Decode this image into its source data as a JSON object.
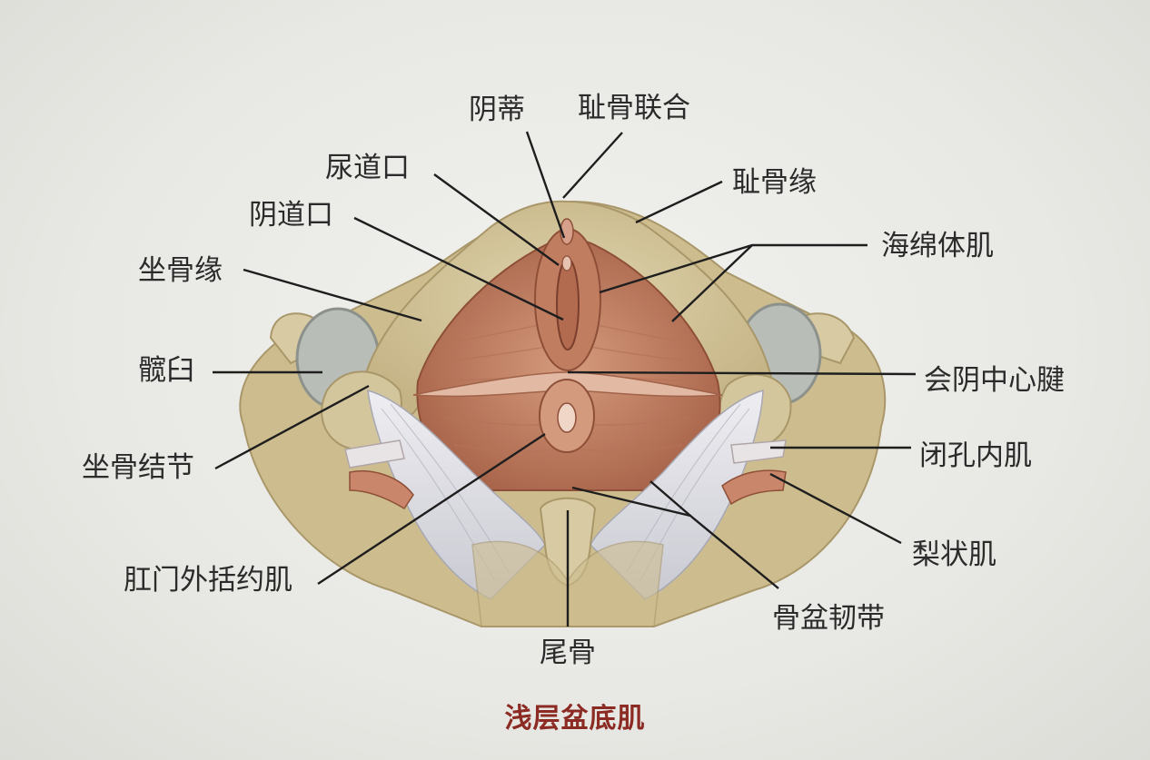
{
  "title": "浅层盆底肌",
  "labels": {
    "clitoris": "阴蒂",
    "pubic_symphysis": "耻骨联合",
    "urethral_orifice": "尿道口",
    "pubic_margin": "耻骨缘",
    "vaginal_orifice": "阴道口",
    "bulbospongiosus": "海绵体肌",
    "ischial_margin": "坐骨缘",
    "acetabulum": "髋臼",
    "perineal_body": "会阴中心腱",
    "ischial_tuberosity": "坐骨结节",
    "obturator_internus": "闭孔内肌",
    "piriformis": "梨状肌",
    "external_anal_sphincter": "肛门外括约肌",
    "pelvic_ligament": "骨盆韧带",
    "coccyx": "尾骨"
  },
  "colors": {
    "bone": "#d6c9a1",
    "bone_shadow": "#bfae80",
    "muscle": "#c98a6c",
    "muscle_dark": "#a8644a",
    "ligament": "#dcdce4",
    "socket": "#b9bdb8",
    "caption": "#8b2b23"
  }
}
